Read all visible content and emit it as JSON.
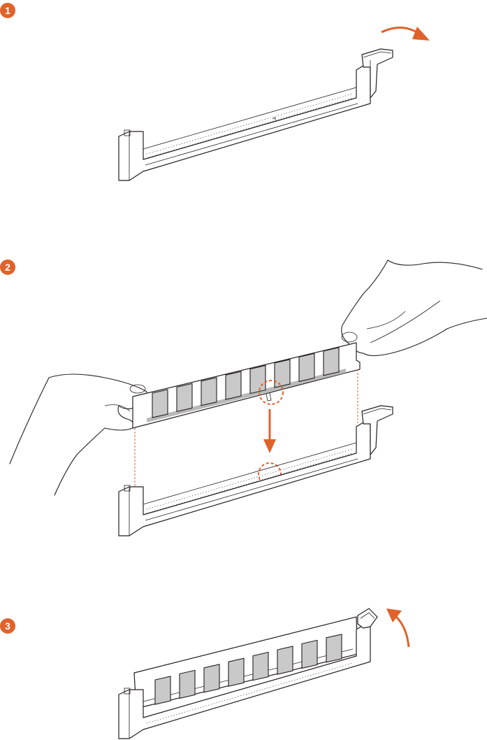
{
  "accent_color": "#e0622a",
  "steps": [
    {
      "number": "1",
      "action": "open-clip"
    },
    {
      "number": "2",
      "action": "align-and-insert-module"
    },
    {
      "number": "3",
      "action": "clip-locks"
    }
  ]
}
